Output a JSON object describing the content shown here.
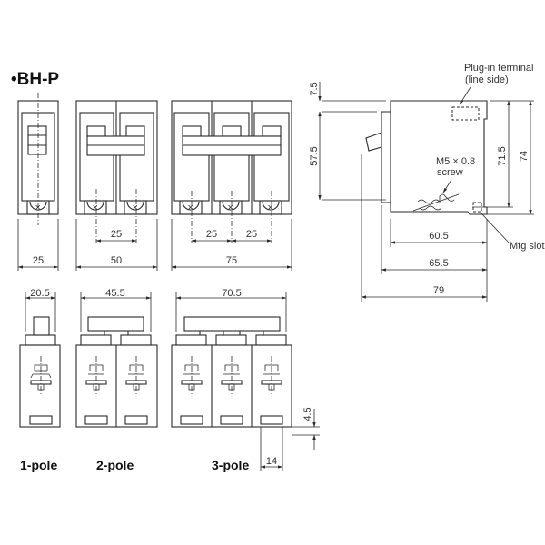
{
  "title": "•BH-P",
  "front_view": {
    "dims": {
      "one_pole_width": "25",
      "two_pole_width": "50",
      "two_pole_pitch": "25",
      "three_pole_width": "75",
      "three_pole_pitch_a": "25",
      "three_pole_pitch_b": "25"
    }
  },
  "bottom_view": {
    "dims": {
      "one_pole_top": "20.5",
      "two_pole_top": "45.5",
      "three_pole_top": "70.5",
      "slot_height": "4.5",
      "slot_width": "14"
    },
    "labels": {
      "one_pole": "1-pole",
      "two_pole": "2-pole",
      "three_pole": "3-pole"
    }
  },
  "side_view": {
    "dims": {
      "top_offset": "7.5",
      "handle_height": "57.5",
      "body_height": "71.5",
      "total_height": "74",
      "depth_a": "60.5",
      "depth_b": "65.5",
      "depth_total": "79"
    },
    "callouts": {
      "plug_in_terminal": "Plug-in terminal",
      "plug_in_terminal_sub": "(line side)",
      "screw": "M5 × 0.8",
      "screw_sub": "screw",
      "mtg_slot": "Mtg slot"
    }
  }
}
